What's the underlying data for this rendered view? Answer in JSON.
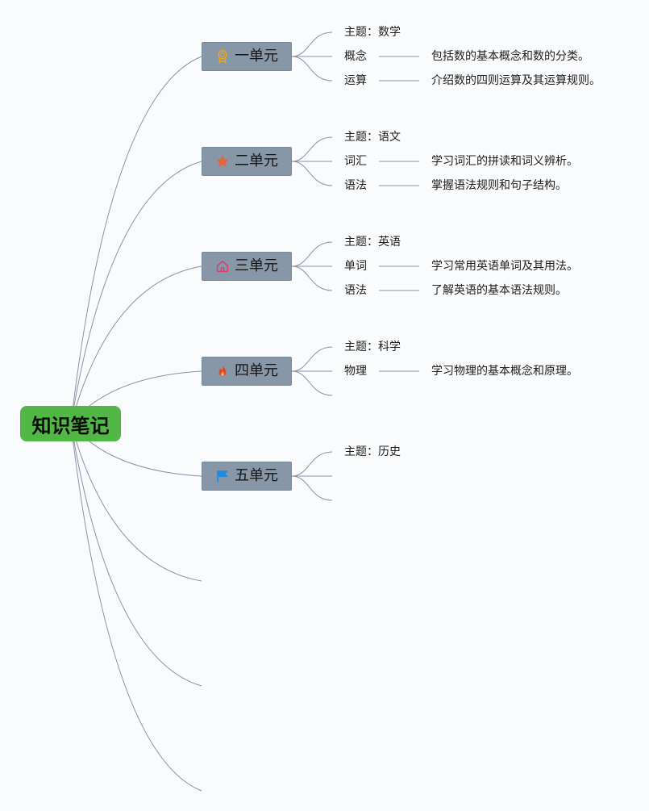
{
  "background": "#fafbfc",
  "connector_color": "#8c91a6",
  "root": {
    "label": "知识笔记",
    "fill": "#51b845"
  },
  "branch_style": {
    "fill": "#8897a8",
    "border": "#76889b"
  },
  "branches": [
    {
      "label": "一单元",
      "icon": "award-icon",
      "icon_color": "#e9a520",
      "children": [
        {
          "label": "主题：数学"
        },
        {
          "label": "概念",
          "detail": "包括数的基本概念和数的分类。"
        },
        {
          "label": "运算",
          "detail": "介绍数的四则运算及其运算规则。"
        }
      ]
    },
    {
      "label": "二单元",
      "icon": "star-icon",
      "icon_color": "#e0683d",
      "children": [
        {
          "label": "主题：语文"
        },
        {
          "label": "词汇",
          "detail": "学习词汇的拼读和词义辨析。"
        },
        {
          "label": "语法",
          "detail": "掌握语法规则和句子结构。"
        }
      ]
    },
    {
      "label": "三单元",
      "icon": "home-icon",
      "icon_color": "#d8406c",
      "children": [
        {
          "label": "主题：英语"
        },
        {
          "label": "单词",
          "detail": "学习常用英语单词及其用法。"
        },
        {
          "label": "语法",
          "detail": "了解英语的基本语法规则。"
        }
      ]
    },
    {
      "label": "四单元",
      "icon": "fire-icon",
      "icon_color": "#ea4420",
      "children": [
        {
          "label": "主题：科学"
        },
        {
          "label": "物理",
          "detail": "学习物理的基本概念和原理。"
        },
        {
          "label": ""
        }
      ]
    },
    {
      "label": "五单元",
      "icon": "flag-icon",
      "icon_color": "#1e8ae0",
      "children": [
        {
          "label": "主题：历史"
        },
        {
          "label": ""
        },
        {
          "label": ""
        }
      ]
    },
    {
      "label": "",
      "children": []
    },
    {
      "label": "",
      "children": []
    },
    {
      "label": "",
      "children": []
    }
  ]
}
